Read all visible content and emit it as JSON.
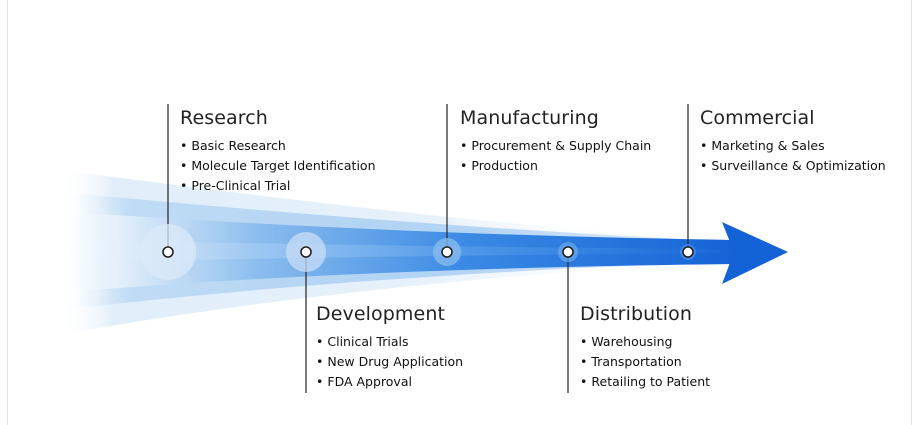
{
  "stages": [
    {
      "id": "research",
      "title": "Research",
      "items": [
        "Basic Research",
        "Molecule Target Identification",
        "Pre-Clinical Trial"
      ]
    },
    {
      "id": "development",
      "title": "Development",
      "items": [
        "Clinical Trials",
        "New Drug Application",
        "FDA Approval"
      ]
    },
    {
      "id": "manufacturing",
      "title": "Manufacturing",
      "items": [
        "Procurement & Supply Chain",
        "Production"
      ]
    },
    {
      "id": "distribution",
      "title": "Distribution",
      "items": [
        "Warehousing",
        "Transportation",
        "Retailing to Patient"
      ]
    },
    {
      "id": "commercial",
      "title": "Commercial",
      "items": [
        "Marketing & Sales",
        "Surveillance & Optimization"
      ]
    }
  ],
  "colors": {
    "arrow_dark": "#1565d8",
    "arrow_mid": "#3a8be6",
    "arrow_light": "#cfe3f7",
    "connector": "#333333",
    "marker_halo": "#dbe9f8"
  }
}
